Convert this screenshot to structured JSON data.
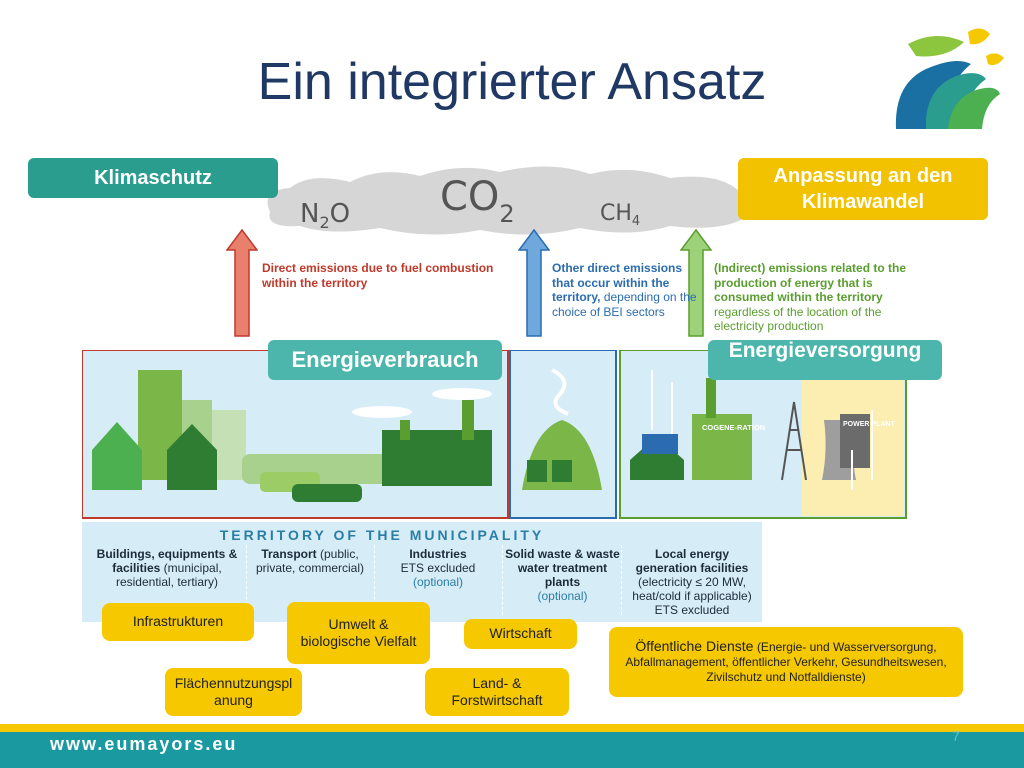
{
  "title": "Ein integrierter Ansatz",
  "labels": {
    "klimaschutz": "Klimaschutz",
    "anpassung": "Anpassung an den Klimawandel",
    "energieverbrauch": "Energieverbrauch",
    "energieversorgung": "Energieversorgung"
  },
  "gases": {
    "co2": "CO",
    "co2_sub": "2",
    "n2o_a": "N",
    "n2o_sub": "2",
    "n2o_b": "O",
    "ch4": "CH",
    "ch4_sub": "4"
  },
  "emissions": {
    "red": "Direct emissions due to fuel combustion within the territory",
    "blue_bold": "Other direct emissions that occur within the territory,",
    "blue_normal": "depending on the choice of BEI sectors",
    "green_bold": "(Indirect) emissions related to the production of energy that is consumed within the territory",
    "green_normal": "regardless of the location of the electricity production"
  },
  "scene_labels": {
    "cogeneration": "COGENE-RATION",
    "power_plant": "POWER PLANT"
  },
  "territory": {
    "title": "TERRITORY OF THE MUNICIPALITY",
    "columns": [
      {
        "bold": "Buildings, equipments & facilities",
        "normal": "(municipal, residential, tertiary)"
      },
      {
        "bold": "Transport",
        "normal": "(public, private, commercial)"
      },
      {
        "bold": "Industries",
        "normal": "ETS excluded",
        "optional": "(optional)"
      },
      {
        "bold": "Solid waste & waste water treatment plants",
        "optional": "(optional)"
      },
      {
        "bold": "Local energy generation facilities",
        "normal": "(electricity ≤ 20 MW, heat/cold if applicable) ETS excluded"
      }
    ]
  },
  "sectors": {
    "infrastrukturen": "Infrastrukturen",
    "umwelt": "Umwelt & biologische Vielfalt",
    "wirtschaft": "Wirtschaft",
    "flaechen": "Flächennutzungsplanung",
    "land": "Land- & Forstwirtschaft",
    "oeff_main": "Öffentliche Dienste",
    "oeff_detail": "(Energie- und Wasserversorgung, Abfallmanagement, öffentlicher Verkehr, Gesundheitswesen, Zivilschutz und Notfalldienste)"
  },
  "footer": {
    "url": "www.eumayors.eu",
    "page": "7"
  },
  "colors": {
    "title": "#1f3864",
    "teal": "#2a9d8f",
    "yellow": "#f5c800",
    "red": "#c0392b",
    "blue": "#2b6cb0",
    "green": "#5a9e2f"
  }
}
